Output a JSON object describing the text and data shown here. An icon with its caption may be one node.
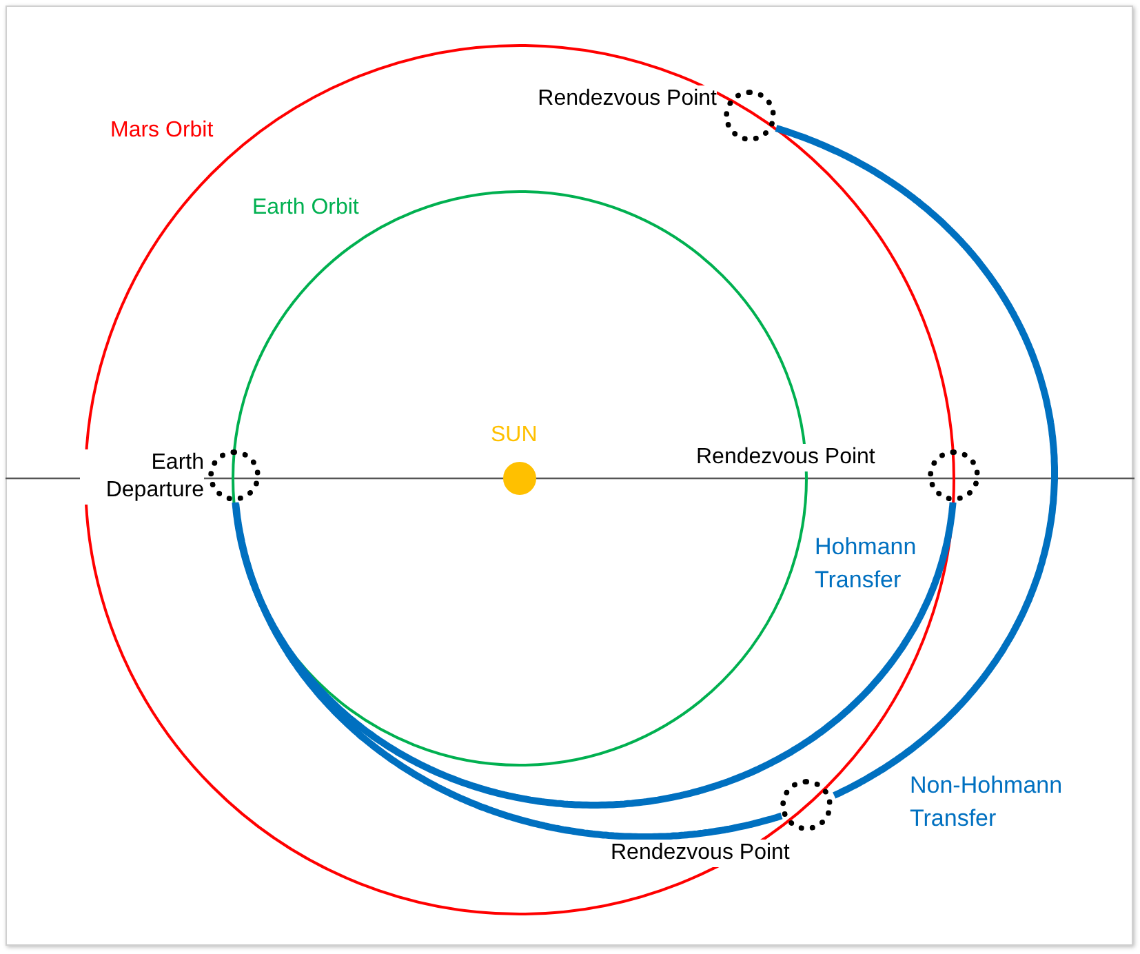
{
  "diagram": {
    "nodes": [
      {
        "text": [],
        "shape": "circle",
        "beside": [
          "Rendezvous Point"
        ]
      },
      {
        "text": [],
        "shape": "circle",
        "beside": [
          "SUN"
        ]
      },
      {
        "text": [],
        "shape": "circle",
        "beside": [
          "Earth Departure"
        ]
      },
      {
        "text": [],
        "shape": "circle",
        "beside": [
          "Rendezvous Point"
        ]
      },
      {
        "text": [],
        "shape": "circle",
        "beside": [
          "Rendezvous Point"
        ]
      }
    ],
    "edges": [
      {
        "from": 2,
        "to": 3,
        "arrow": "none"
      },
      {
        "from": 2,
        "to": 4,
        "arrow": "none"
      },
      {
        "from": 4,
        "to": 0,
        "arrow": "none"
      }
    ],
    "labels": [
      "Mars Orbit",
      "Earth Orbit",
      "Hohmann Transfer",
      "Non-Hohmann Transfer"
    ]
  }
}
